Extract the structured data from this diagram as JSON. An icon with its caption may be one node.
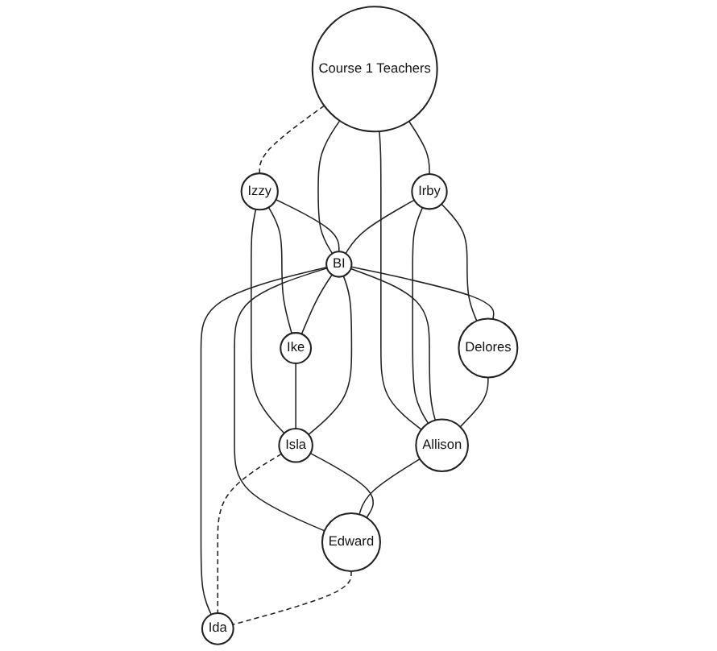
{
  "diagram": {
    "nodes": [
      {
        "text": [
          "Course 1 Teachers"
        ]
      },
      {
        "text": [
          "Izzy"
        ]
      },
      {
        "text": [
          "Irby"
        ]
      },
      {
        "text": [
          "BI"
        ]
      },
      {
        "text": [
          "Ike"
        ]
      },
      {
        "text": [
          "Delores"
        ]
      },
      {
        "text": [
          "Allison"
        ]
      },
      {
        "text": [
          "Isla"
        ]
      },
      {
        "text": [
          "Edward"
        ]
      },
      {
        "text": [
          "Ida"
        ]
      }
    ],
    "edges": [
      {
        "from": 0,
        "to": 1,
        "arrow": "none",
        "style": "dashed"
      },
      {
        "from": 0,
        "to": 2,
        "arrow": "none"
      },
      {
        "from": 0,
        "to": 6,
        "arrow": "none"
      },
      {
        "from": 0,
        "to": 3,
        "arrow": "none"
      },
      {
        "from": 1,
        "to": 3,
        "arrow": "none"
      },
      {
        "from": 1,
        "to": 7,
        "arrow": "none"
      },
      {
        "from": 1,
        "to": 4,
        "arrow": "none"
      },
      {
        "from": 2,
        "to": 3,
        "arrow": "none"
      },
      {
        "from": 3,
        "to": 4,
        "arrow": "none"
      },
      {
        "from": 4,
        "to": 7,
        "arrow": "none"
      },
      {
        "from": 2,
        "to": 5,
        "arrow": "none"
      },
      {
        "from": 2,
        "to": 6,
        "arrow": "none"
      },
      {
        "from": 3,
        "to": 5,
        "arrow": "none"
      },
      {
        "from": 3,
        "to": 6,
        "arrow": "none"
      },
      {
        "from": 3,
        "to": 7,
        "arrow": "none"
      },
      {
        "from": 3,
        "to": 8,
        "arrow": "none"
      },
      {
        "from": 3,
        "to": 9,
        "arrow": "none"
      },
      {
        "from": 5,
        "to": 6,
        "arrow": "none"
      },
      {
        "from": 6,
        "to": 8,
        "arrow": "none"
      },
      {
        "from": 7,
        "to": 8,
        "arrow": "none"
      },
      {
        "from": 7,
        "to": 9,
        "arrow": "none",
        "style": "dashed"
      },
      {
        "from": 8,
        "to": 9,
        "arrow": "none",
        "style": "dashed"
      }
    ]
  }
}
